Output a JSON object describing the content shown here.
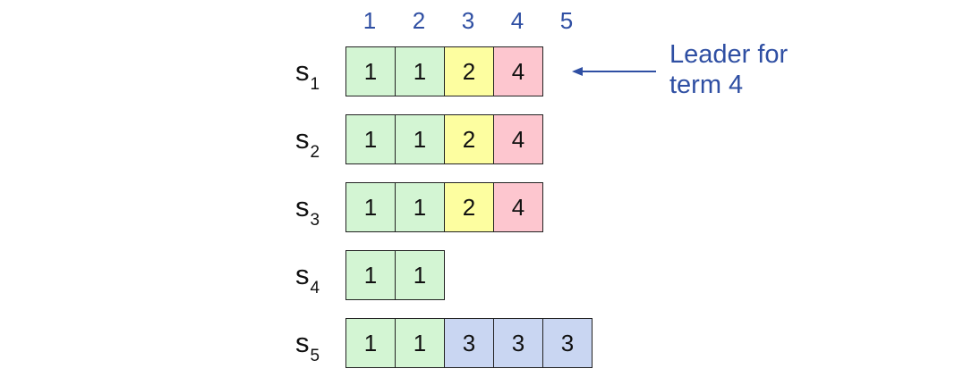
{
  "indices": [
    "1",
    "2",
    "3",
    "4",
    "5"
  ],
  "colors": {
    "term_1": "#d3f5d3",
    "term_2": "#fdfea0",
    "term_3": "#c9d6f2",
    "term_4": "#fdc6cf",
    "accent_text": "#2f4fa3"
  },
  "servers": [
    {
      "label": "s",
      "sub": "1",
      "entries": [
        "1",
        "1",
        "2",
        "4"
      ]
    },
    {
      "label": "s",
      "sub": "2",
      "entries": [
        "1",
        "1",
        "2",
        "4"
      ]
    },
    {
      "label": "s",
      "sub": "3",
      "entries": [
        "1",
        "1",
        "2",
        "4"
      ]
    },
    {
      "label": "s",
      "sub": "4",
      "entries": [
        "1",
        "1"
      ]
    },
    {
      "label": "s",
      "sub": "5",
      "entries": [
        "1",
        "1",
        "3",
        "3",
        "3"
      ]
    }
  ],
  "annotation": {
    "line1": "Leader for",
    "line2": "term 4"
  }
}
